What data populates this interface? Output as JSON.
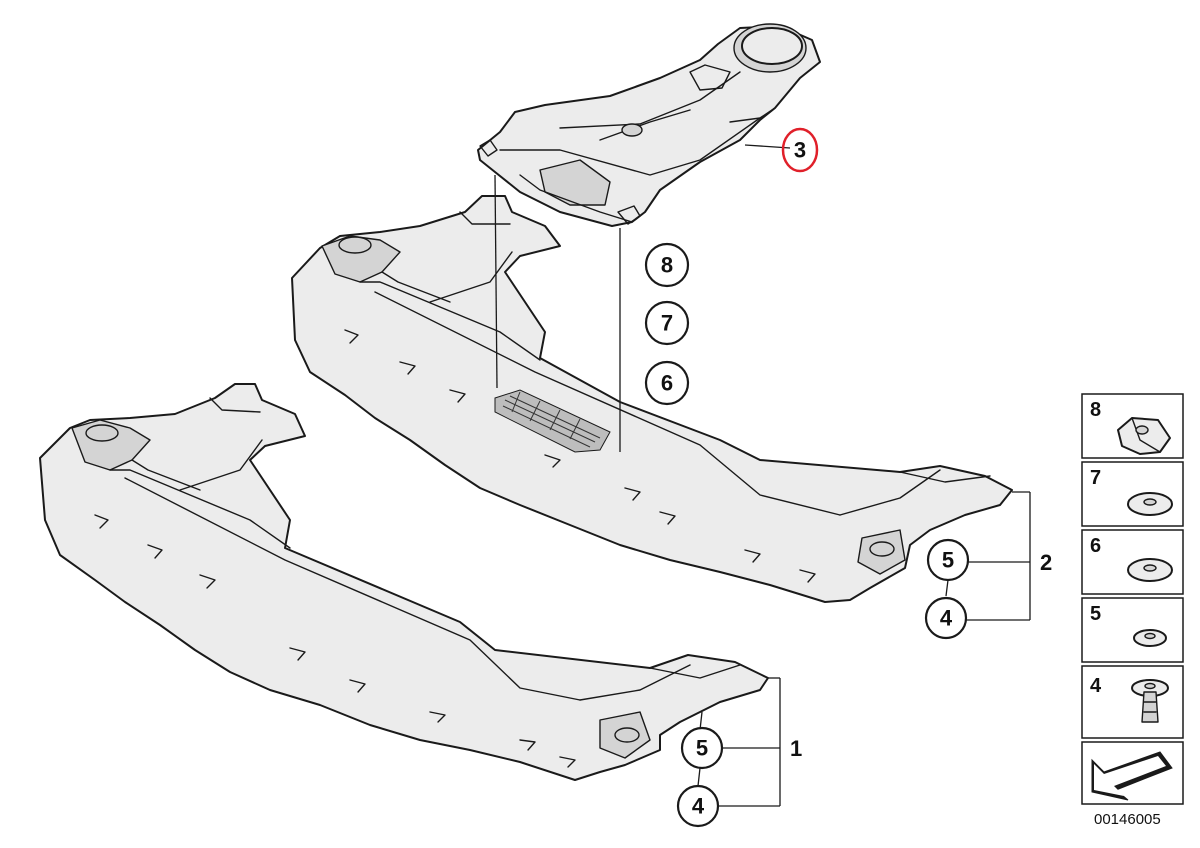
{
  "highlight_color": "#e0202a",
  "callouts": {
    "part_3": "3",
    "part_8": "8",
    "part_7": "7",
    "part_6": "6",
    "upper_5": "5",
    "upper_4": "4",
    "upper_2": "2",
    "lower_5": "5",
    "lower_4": "4",
    "lower_1": "1"
  },
  "legend": [
    {
      "number": "8",
      "icon": "clip-nut-icon"
    },
    {
      "number": "7",
      "icon": "washer-icon"
    },
    {
      "number": "6",
      "icon": "washer-icon"
    },
    {
      "number": "5",
      "icon": "washer-small-icon"
    },
    {
      "number": "4",
      "icon": "expanding-rivet-icon"
    }
  ],
  "diagram_code": "00146005"
}
